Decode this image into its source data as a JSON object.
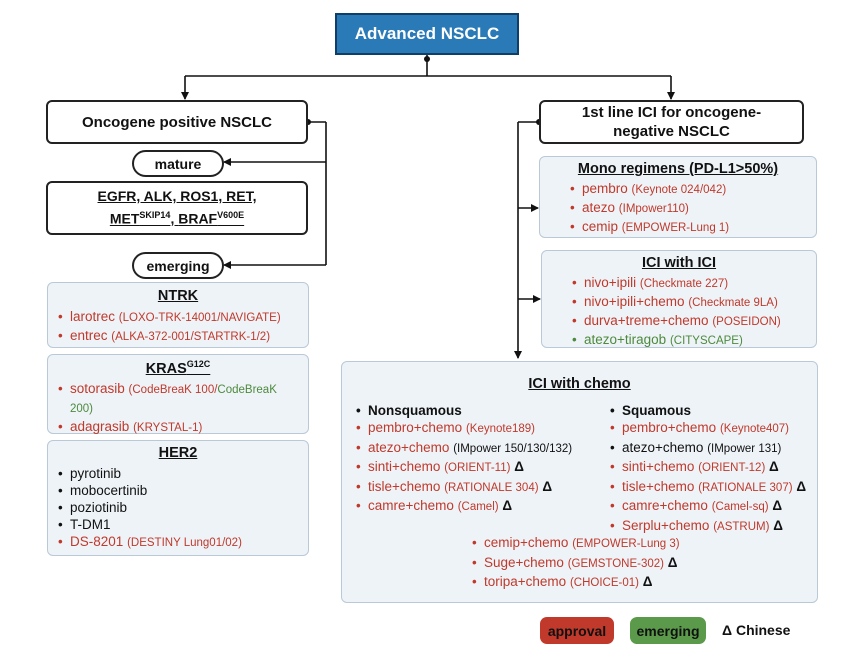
{
  "root": "Advanced NSCLC",
  "left": {
    "title": "Oncogene positive NSCLC",
    "mature_label": "mature",
    "mature_box_line1": "EGFR, ALK, ROS1, RET,",
    "mature_box_met": "MET",
    "mature_box_met_sup": "SKIP14",
    "mature_box_sep": ", ",
    "mature_box_braf": "BRAF",
    "mature_box_braf_sup": "V600E",
    "emerging_label": "emerging",
    "ntrk": {
      "title": "NTRK",
      "items": [
        {
          "drug": "larotrec",
          "trial": "(LOXO-TRK-14001/NAVIGATE)"
        },
        {
          "drug": "entrec",
          "trial": "(ALKA-372-001/STARTRK-1/2)"
        }
      ]
    },
    "kras": {
      "title": "KRAS",
      "title_sup": "G12C",
      "items": [
        {
          "drug": "sotorasib",
          "trial": "(CodeBreaK 100/",
          "trial_green": "CodeBreaK",
          "line2": "200)"
        },
        {
          "drug": "adagrasib",
          "trial": "(KRYSTAL-1)"
        }
      ]
    },
    "her2": {
      "title": "HER2",
      "items": [
        "pyrotinib",
        "mobocertinib",
        "poziotinib",
        "T-DM1"
      ],
      "last": {
        "drug": "DS-8201",
        "trial": "(DESTINY Lung01/02)"
      }
    }
  },
  "right": {
    "title_line1": "1st line ICI for oncogene-",
    "title_line2": "negative NSCLC",
    "mono": {
      "title": "Mono regimens (PD-L1>50%)",
      "items": [
        {
          "drug": "pembro",
          "trial": "(Keynote 024/042)"
        },
        {
          "drug": "atezo",
          "trial": "(IMpower110)"
        },
        {
          "drug": "cemip",
          "trial": "(EMPOWER-Lung 1)"
        }
      ]
    },
    "ici": {
      "title": "ICI with ICI",
      "items": [
        {
          "drug": "nivo+ipili",
          "trial": "(Checkmate 227)"
        },
        {
          "drug": "nivo+ipili+chemo",
          "trial": "(Checkmate 9LA)"
        },
        {
          "drug": "durva+treme+chemo",
          "trial": "(POSEIDON)"
        },
        {
          "drug": "atezo+tiragob",
          "trial": "(CITYSCAPE)"
        }
      ]
    },
    "chemo": {
      "title": "ICI with chemo",
      "nonsq_head": "Nonsquamous",
      "nonsq": [
        {
          "drug": "pembro+chemo",
          "trial": "(Keynote189)",
          "delta": ""
        },
        {
          "drug": "atezo+chemo",
          "trial": "(IMpower 150/130/",
          "trial_black": "132)",
          "delta": ""
        },
        {
          "drug": "sinti+chemo",
          "trial": "(ORIENT-11)",
          "delta": "Δ"
        },
        {
          "drug": "tisle+chemo",
          "trial": "(RATIONALE 304)",
          "delta": "Δ"
        },
        {
          "drug": "camre+chemo",
          "trial": "(Camel)",
          "delta": "Δ"
        }
      ],
      "sq_head": "Squamous",
      "sq": [
        {
          "drug": "pembro+chemo",
          "trial": "(Keynote407)",
          "delta": ""
        },
        {
          "drug": "atezo+chemo",
          "trial": "(IMpower 131)",
          "delta": ""
        },
        {
          "drug": "sinti+chemo",
          "trial": "(ORIENT-12)",
          "delta": "Δ"
        },
        {
          "drug": "tisle+chemo",
          "trial": "(RATIONALE 307)",
          "delta": "Δ"
        },
        {
          "drug": "camre+chemo",
          "trial": "(Camel-sq)",
          "delta": "Δ"
        },
        {
          "drug": "Serplu+chemo",
          "trial": "(ASTRUM)",
          "delta": "Δ"
        }
      ],
      "both": [
        {
          "drug": "cemip+chemo",
          "trial": "(EMPOWER-Lung 3)",
          "delta": ""
        },
        {
          "drug": "Suge+chemo",
          "trial": "(GEMSTONE-302)",
          "delta": "Δ"
        },
        {
          "drug": "toripa+chemo",
          "trial": "(CHOICE-01)",
          "delta": "Δ"
        }
      ]
    }
  },
  "legend": {
    "approval": "approval",
    "emerging": "emerging",
    "chinese": "Δ Chinese",
    "approval_color": "#c0392b",
    "emerging_color": "#5a9a4a"
  }
}
